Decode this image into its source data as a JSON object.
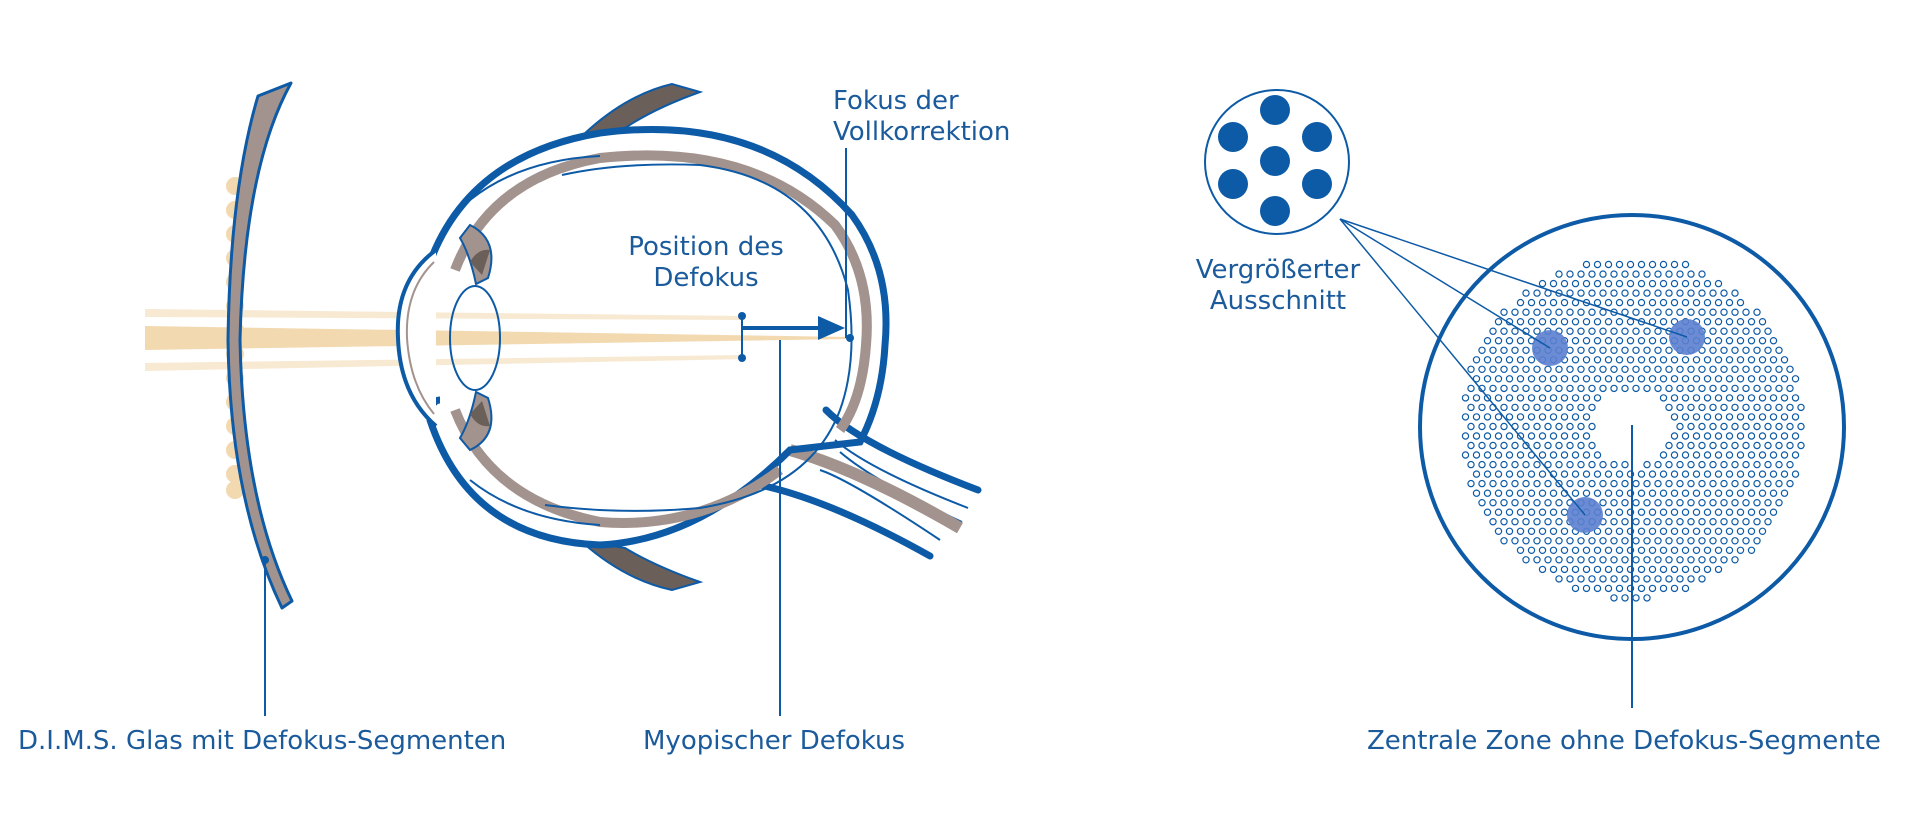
{
  "colors": {
    "blue": "#0d5aa6",
    "grey": "#a3938e",
    "dark_grey": "#6b5f5a",
    "beam": "#f2d9b0",
    "beam_light": "#f7e9d2",
    "segment": "#5b7fcf"
  },
  "labels": {
    "lens": "D.I.M.S. Glas mit Defokus-Segmenten",
    "myopic": "Myopischer Defokus",
    "defocus_line1": "Position des",
    "defocus_line2": "Defokus",
    "focus_line1": "Fokus der",
    "focus_line2": "Vollkorrektion",
    "magnified_line1": "Vergrößerter",
    "magnified_line2": "Ausschnitt",
    "central_zone": "Zentrale Zone ohne Defokus-Segmente"
  }
}
